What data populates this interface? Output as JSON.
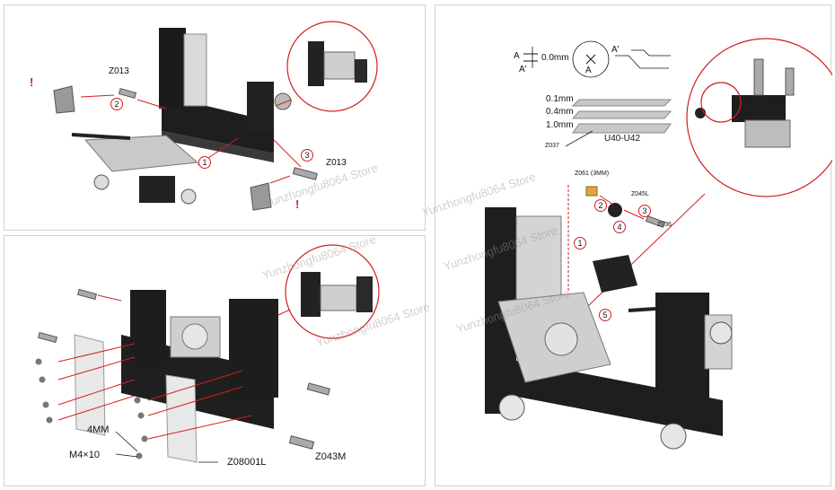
{
  "watermark": "Yunzhongfu8064 Store",
  "colors": {
    "callout": "#d21f1f",
    "metal_dark": "#222222",
    "metal_light": "#cfcfcf"
  },
  "panel_top_left": {
    "labels": {
      "z013_a": "Z013",
      "z013_b": "Z013",
      "step1": "1",
      "step2": "2",
      "step3": "3",
      "warn": "!"
    }
  },
  "panel_bottom_left": {
    "labels": {
      "size": "4MM",
      "screw": "M4×10",
      "plate": "Z08001L",
      "part": "Z043M"
    }
  },
  "panel_right": {
    "labels": {
      "a": "A",
      "a_prime": "A'",
      "gap": "0.0mm",
      "zoom_a": "A",
      "zoom_a_prime": "A'",
      "shim1": "0.1mm",
      "shim2": "0.4mm",
      "shim3": "1.0mm",
      "shim_part": "Z037",
      "shim_range": "U40-U42",
      "z061": "Z061 (3MM)",
      "z045": "Z045L",
      "z036": "Z036",
      "step1": "1",
      "step2": "2",
      "step3": "3",
      "step4": "4",
      "step5": "5"
    }
  }
}
